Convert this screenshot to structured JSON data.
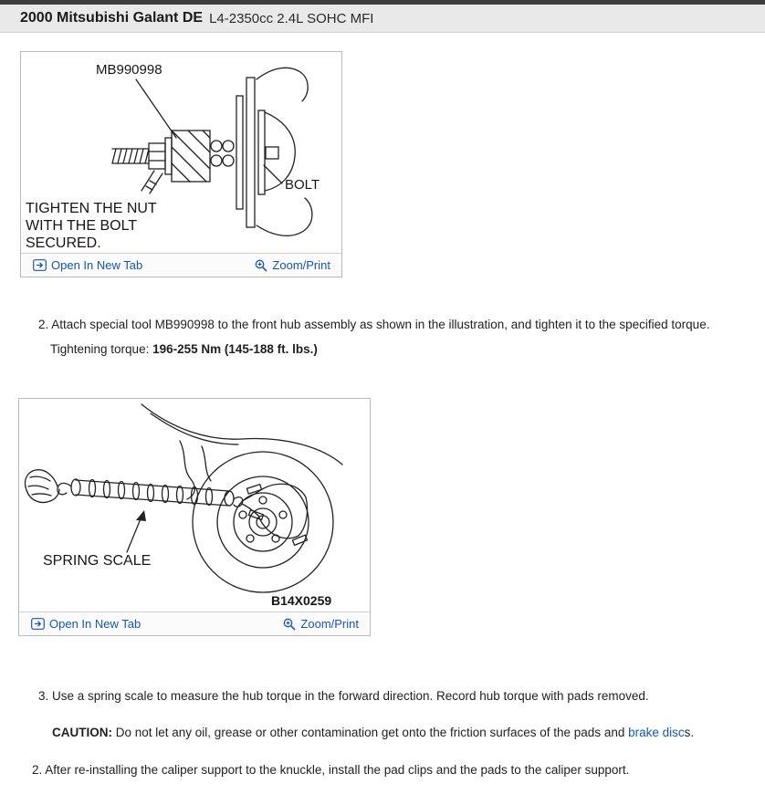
{
  "header": {
    "title_bold": "2000 Mitsubishi Galant DE",
    "title_rest": "L4-2350cc 2.4L SOHC MFI"
  },
  "figures": {
    "fig1": {
      "labels": {
        "tool": "MB990998",
        "bolt": "BOLT",
        "note_line1": "TIGHTEN THE NUT",
        "note_line2": "WITH THE BOLT",
        "note_line3": "SECURED."
      },
      "open_label": "Open In New Tab",
      "zoom_label": "Zoom/Print"
    },
    "fig2": {
      "labels": {
        "scale": "SPRING SCALE",
        "code": "B14X0259"
      },
      "open_label": "Open In New Tab",
      "zoom_label": "Zoom/Print"
    }
  },
  "content": {
    "step2": "2. Attach special tool MB990998 to the front hub assembly as shown in the illustration, and tighten it to the specified torque.",
    "torque_label": "Tightening torque: ",
    "torque_value": "196-255 Nm (145-188 ft. lbs.)",
    "step3": "3. Use a spring scale to measure the hub torque in the forward direction. Record hub torque with pads removed.",
    "caution_label": "CAUTION:",
    "caution_text": " Do not let any oil, grease or other contamination get onto the friction surfaces of the pads and ",
    "caution_link": "brake disc",
    "caution_suffix": "s.",
    "step2b": "2. After re-installing the caliper support to the knuckle, install the pad clips and the pads to the caliper support."
  },
  "colors": {
    "link": "#1456b8",
    "topbar": "#3e3e3e",
    "header_bg": "#e9e9e9",
    "text": "#1f1f1f",
    "fig_border": "#b9b9b9"
  }
}
